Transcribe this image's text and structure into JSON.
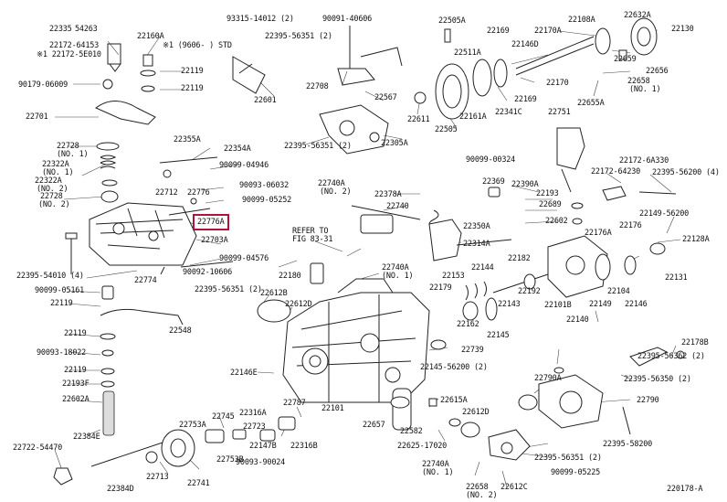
{
  "diagram": {
    "highlight_color": "#b0123a",
    "labels": [
      {
        "text": "22335"
      },
      {
        "text": "54263"
      },
      {
        "text": "22160A"
      },
      {
        "text": "93315-14012 (2)"
      },
      {
        "text": "90091-40606"
      },
      {
        "text": "22505A"
      },
      {
        "text": "22169"
      },
      {
        "text": "22170A"
      },
      {
        "text": "22108A"
      },
      {
        "text": "22632A"
      },
      {
        "text": "22130"
      },
      {
        "text": "22172-64153"
      },
      {
        "text": "※1 22172-5E010"
      },
      {
        "text": "※1 (9606- ) STD"
      },
      {
        "text": "22395-56351 (2)"
      },
      {
        "text": "22511A"
      },
      {
        "text": "22146D"
      },
      {
        "text": "22659"
      },
      {
        "text": "22656"
      },
      {
        "text": "22119"
      },
      {
        "text": "22119"
      },
      {
        "text": "22601"
      },
      {
        "text": "90179-06009"
      },
      {
        "text": "22708"
      },
      {
        "text": "22567"
      },
      {
        "text": "22611"
      },
      {
        "text": "22161A"
      },
      {
        "text": "22341C"
      },
      {
        "text": "22169"
      },
      {
        "text": "22170"
      },
      {
        "text": "22658"
      },
      {
        "text": "(NO. 1)"
      },
      {
        "text": "22655A"
      },
      {
        "text": "22751"
      },
      {
        "text": "22701"
      },
      {
        "text": "22505"
      },
      {
        "text": "22355A"
      },
      {
        "text": "22354A"
      },
      {
        "text": "22395-56351 (2)"
      },
      {
        "text": "22305A"
      },
      {
        "text": "22728"
      },
      {
        "text": "(NO. 1)"
      },
      {
        "text": "22322A"
      },
      {
        "text": "(NO. 1)"
      },
      {
        "text": "22322A"
      },
      {
        "text": "(NO. 2)"
      },
      {
        "text": "90099-04946"
      },
      {
        "text": "90099-00324"
      },
      {
        "text": "22172-6A330"
      },
      {
        "text": "22172-64230"
      },
      {
        "text": "22395-56200 (4)"
      },
      {
        "text": "22369"
      },
      {
        "text": "22390A"
      },
      {
        "text": "22193"
      },
      {
        "text": "22712"
      },
      {
        "text": "22776"
      },
      {
        "text": "90093-06032"
      },
      {
        "text": "90099-05252"
      },
      {
        "text": "22740A"
      },
      {
        "text": "(NO. 2)"
      },
      {
        "text": "22378A"
      },
      {
        "text": "22728"
      },
      {
        "text": "(NO. 2)"
      },
      {
        "text": "22689"
      },
      {
        "text": "22776A",
        "highlight": true
      },
      {
        "text": "22740"
      },
      {
        "text": "22602"
      },
      {
        "text": "22149-56200"
      },
      {
        "text": "22176"
      },
      {
        "text": "22703A"
      },
      {
        "text": "REFER TO"
      },
      {
        "text": "FIG 83-31"
      },
      {
        "text": "22350A"
      },
      {
        "text": "22176A"
      },
      {
        "text": "22128A"
      },
      {
        "text": "90099-04576"
      },
      {
        "text": "22314A"
      },
      {
        "text": "22395-54010 (4)"
      },
      {
        "text": "90092-10606"
      },
      {
        "text": "22740A"
      },
      {
        "text": "(NO. 1)"
      },
      {
        "text": "22182"
      },
      {
        "text": "22144"
      },
      {
        "text": "22774"
      },
      {
        "text": "22180"
      },
      {
        "text": "22153"
      },
      {
        "text": "22131"
      },
      {
        "text": "90099-05161"
      },
      {
        "text": "22395-56351 (2)"
      },
      {
        "text": "22612B"
      },
      {
        "text": "22179"
      },
      {
        "text": "22192"
      },
      {
        "text": "22104"
      },
      {
        "text": "22119"
      },
      {
        "text": "22612D"
      },
      {
        "text": "22143"
      },
      {
        "text": "22101B"
      },
      {
        "text": "22149"
      },
      {
        "text": "22146"
      },
      {
        "text": "22548"
      },
      {
        "text": "22162"
      },
      {
        "text": "22145"
      },
      {
        "text": "22140"
      },
      {
        "text": "22119"
      },
      {
        "text": "90093-18022"
      },
      {
        "text": "22739"
      },
      {
        "text": "22395-56362 (2)"
      },
      {
        "text": "22178B"
      },
      {
        "text": "22119"
      },
      {
        "text": "22146E"
      },
      {
        "text": "22145-56200 (2)"
      },
      {
        "text": "22790A"
      },
      {
        "text": "22193F"
      },
      {
        "text": "22395-56350 (2)"
      },
      {
        "text": "22602A"
      },
      {
        "text": "22787"
      },
      {
        "text": "22101"
      },
      {
        "text": "22615A"
      },
      {
        "text": "22790"
      },
      {
        "text": "22745"
      },
      {
        "text": "22316A"
      },
      {
        "text": "22612D"
      },
      {
        "text": "22753A"
      },
      {
        "text": "22657"
      },
      {
        "text": "22384E"
      },
      {
        "text": "22723"
      },
      {
        "text": "22147B"
      },
      {
        "text": "22316B"
      },
      {
        "text": "22582"
      },
      {
        "text": "22395-58200"
      },
      {
        "text": "22722-54470"
      },
      {
        "text": "22753B"
      },
      {
        "text": "90093-90024"
      },
      {
        "text": "22625-17020"
      },
      {
        "text": "22740A"
      },
      {
        "text": "(NO. 1)"
      },
      {
        "text": "22395-56351 (2)"
      },
      {
        "text": "22713"
      },
      {
        "text": "22741"
      },
      {
        "text": "22658"
      },
      {
        "text": "22612C"
      },
      {
        "text": "90099-05225"
      },
      {
        "text": "22384D"
      },
      {
        "text": "(NO. 2)"
      },
      {
        "text": "220178-A"
      }
    ]
  }
}
